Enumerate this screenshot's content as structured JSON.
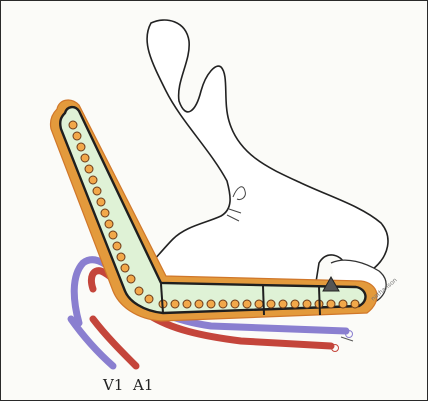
{
  "labels": {
    "vein": "V1",
    "artery": "A1",
    "signature": "nathanson"
  },
  "colors": {
    "outline": "#1f1f1f",
    "jejunum_fill": "#dff2d6",
    "fat_fill": "#e39a3c",
    "vein": "#8a7fd0",
    "artery": "#c4453b",
    "anatomy_fill": "#ffffff"
  }
}
